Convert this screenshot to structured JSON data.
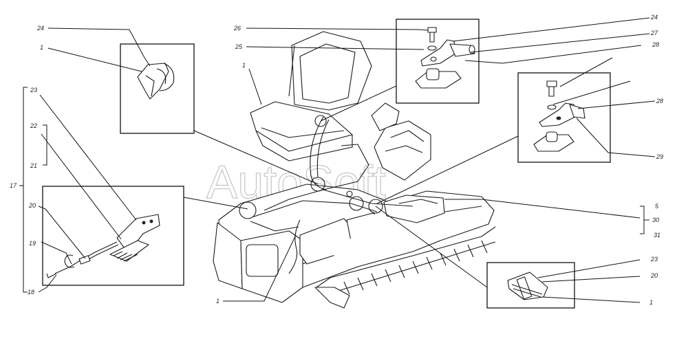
{
  "watermark": "AutoSoft",
  "labels": {
    "l24a": "24",
    "l1a": "1",
    "l26": "26",
    "l25": "25",
    "l1b": "1",
    "l24b": "24",
    "l27": "27",
    "l28a": "28",
    "l28b": "28",
    "l29": "29",
    "l23a": "23",
    "l22": "22",
    "l21": "21",
    "l17": "17",
    "l20a": "20",
    "l19": "19",
    "l18": "18",
    "l1c": "1",
    "l5": "5",
    "l30": "30",
    "l31": "31",
    "l23b": "23",
    "l20b": "20",
    "l1d": "1"
  }
}
